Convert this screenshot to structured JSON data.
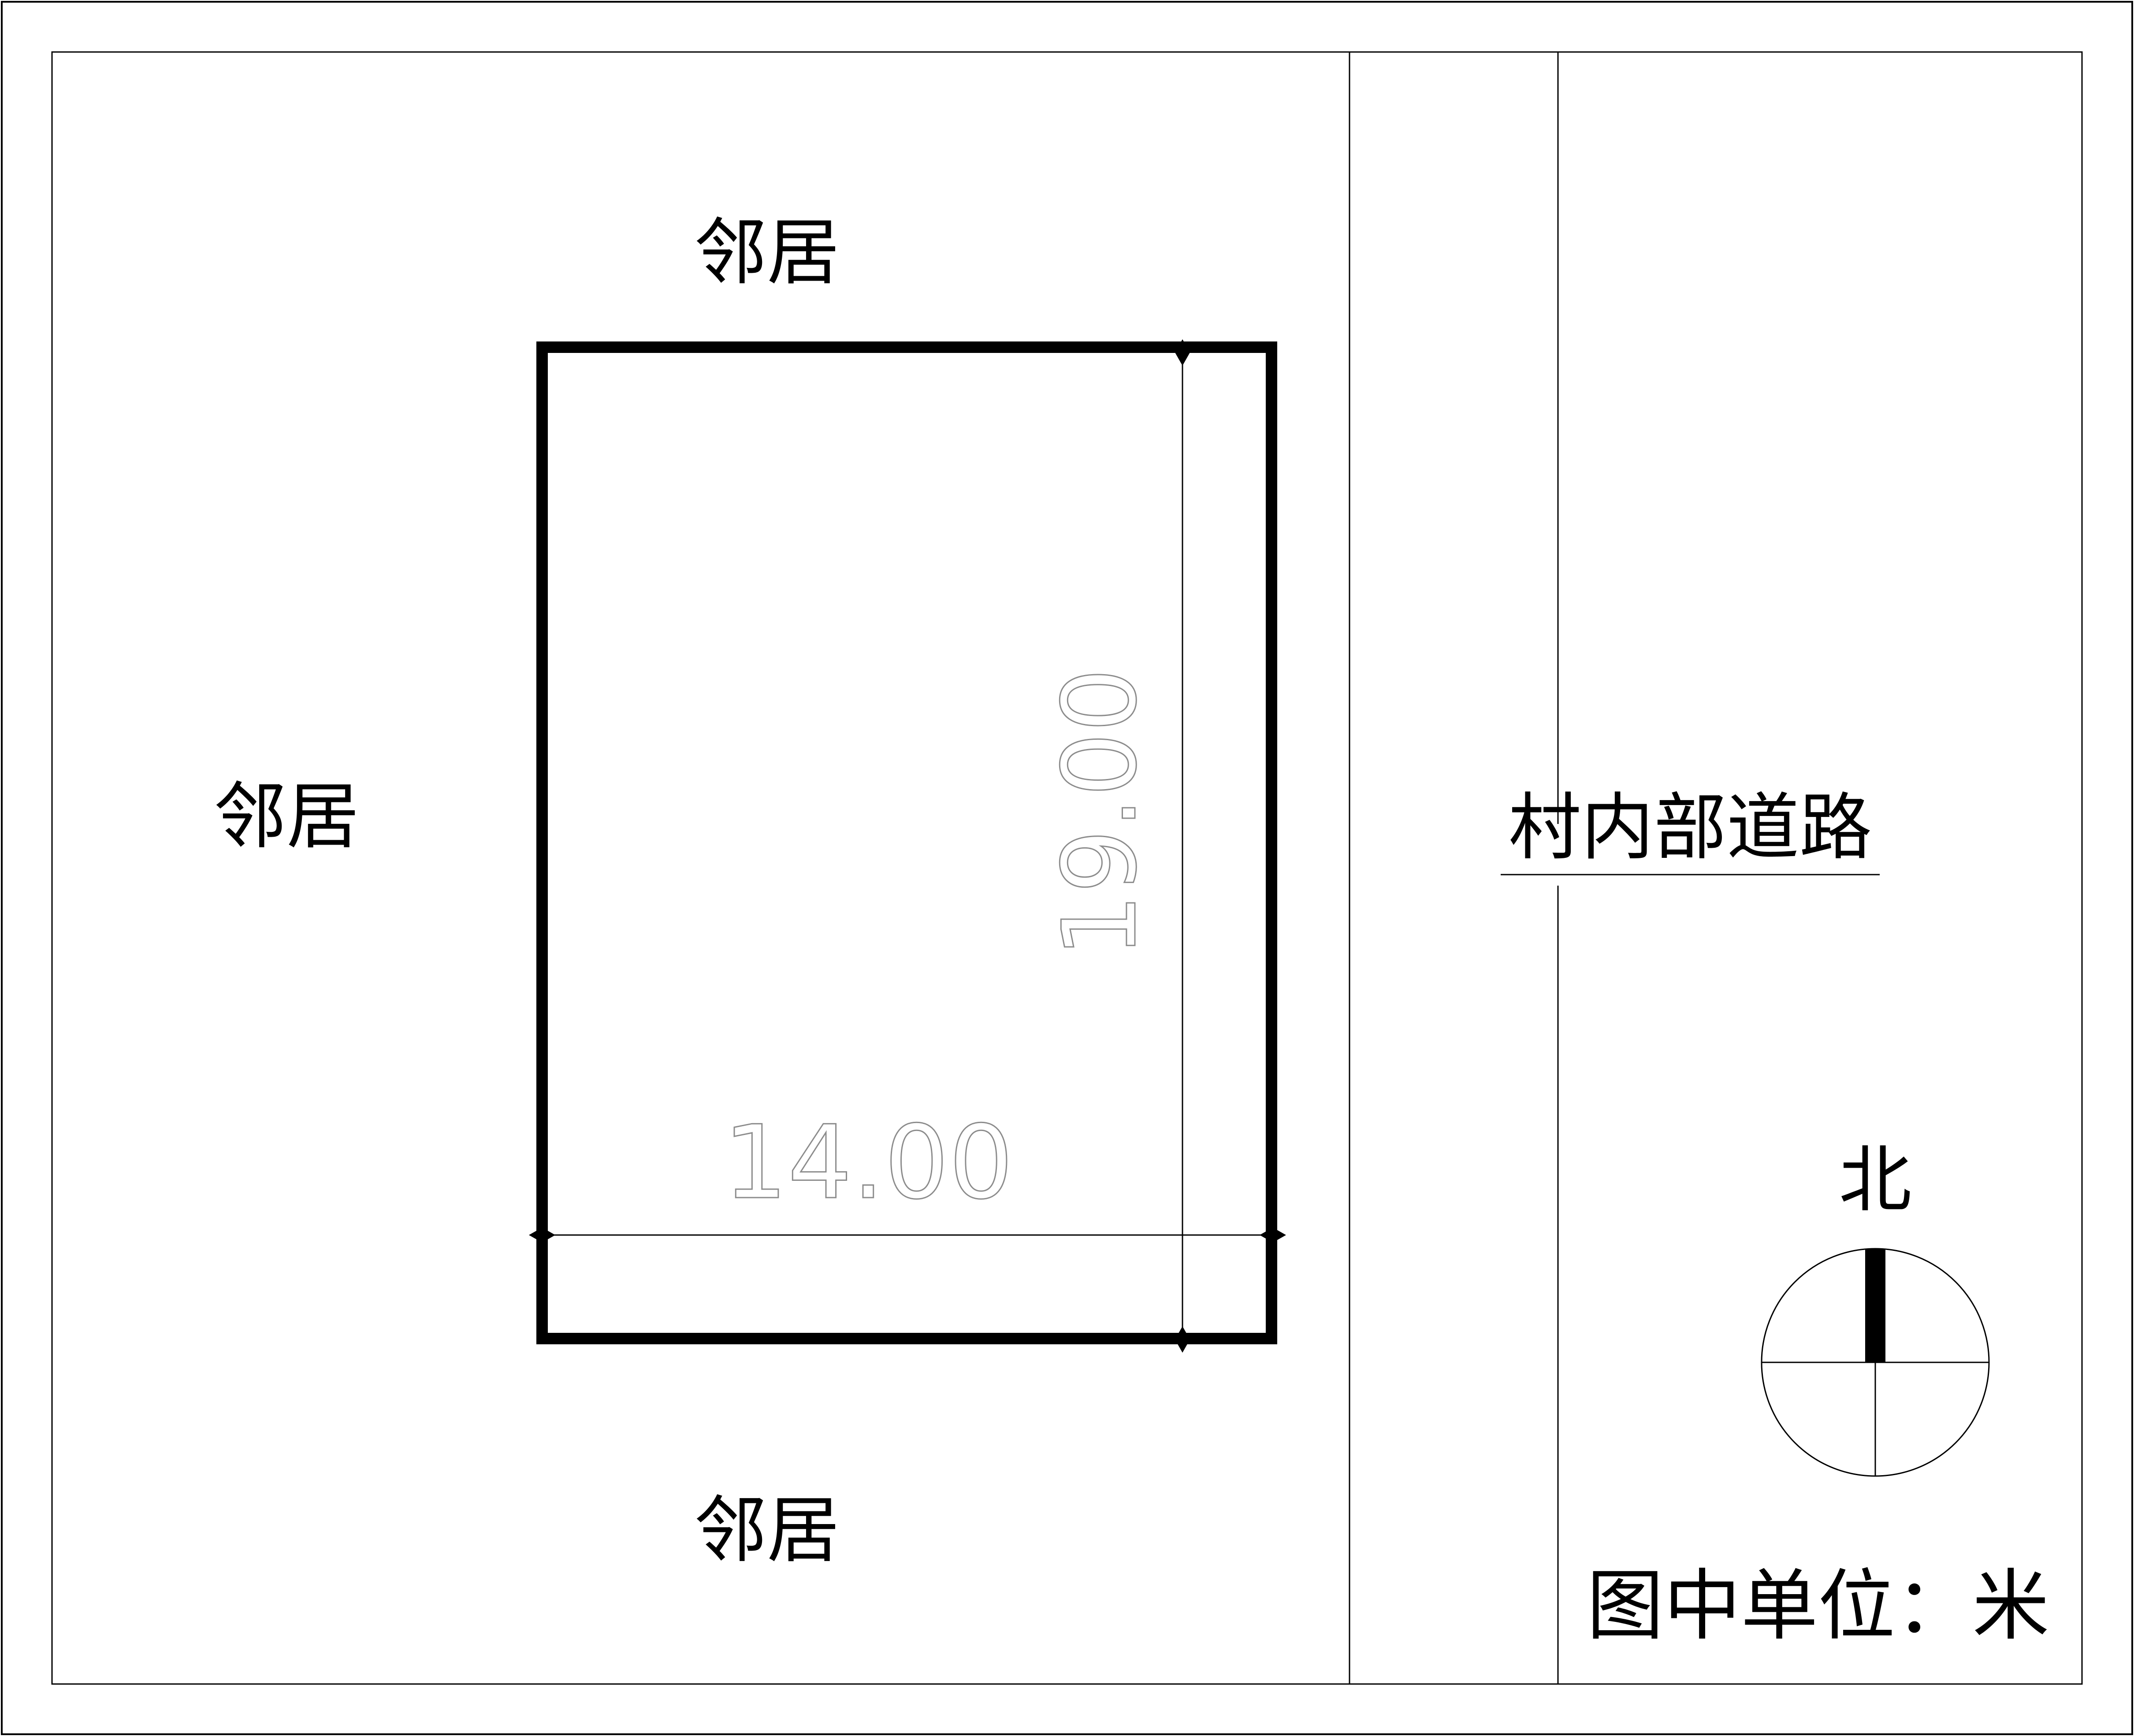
{
  "labels": {
    "neighbor_north": "邻居",
    "neighbor_west": "邻居",
    "neighbor_south": "邻居",
    "road": "村内部道路",
    "north": "北",
    "unit_note": "图中单位：米"
  },
  "dimensions": {
    "width": "14.00",
    "length": "19.00"
  },
  "colors": {
    "line": "#000000",
    "dimension_text": "#8c8c8c",
    "background": "#ffffff"
  }
}
